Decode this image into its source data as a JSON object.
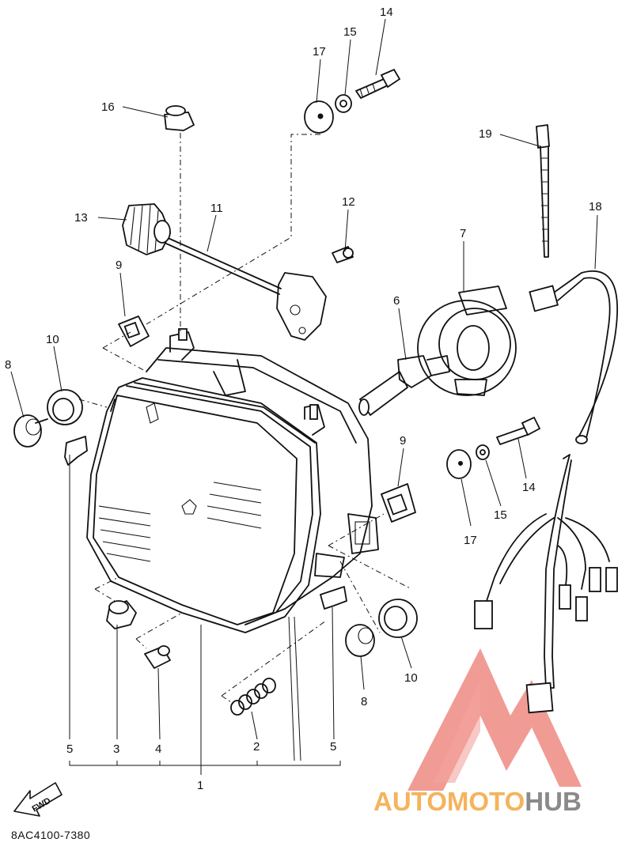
{
  "diagram_code": "8AC4100-7380",
  "fwd_label": "FWD",
  "watermark": {
    "part1": "AUTOMOTO",
    "part2": "HUB",
    "color_orange": "#f5b35c",
    "color_red": "#ee7b73",
    "color_gray": "#8a8a8a"
  },
  "callouts": {
    "c1": "1",
    "c2": "2",
    "c3": "3",
    "c4": "4",
    "c5a": "5",
    "c5b": "5",
    "c6": "6",
    "c7": "7",
    "c8a": "8",
    "c8b": "8",
    "c9a": "9",
    "c9b": "9",
    "c10a": "10",
    "c10b": "10",
    "c11": "11",
    "c12": "12",
    "c13": "13",
    "c14a": "14",
    "c14b": "14",
    "c15a": "15",
    "c15b": "15",
    "c16": "16",
    "c17a": "17",
    "c17b": "17",
    "c18": "18",
    "c19": "19"
  }
}
